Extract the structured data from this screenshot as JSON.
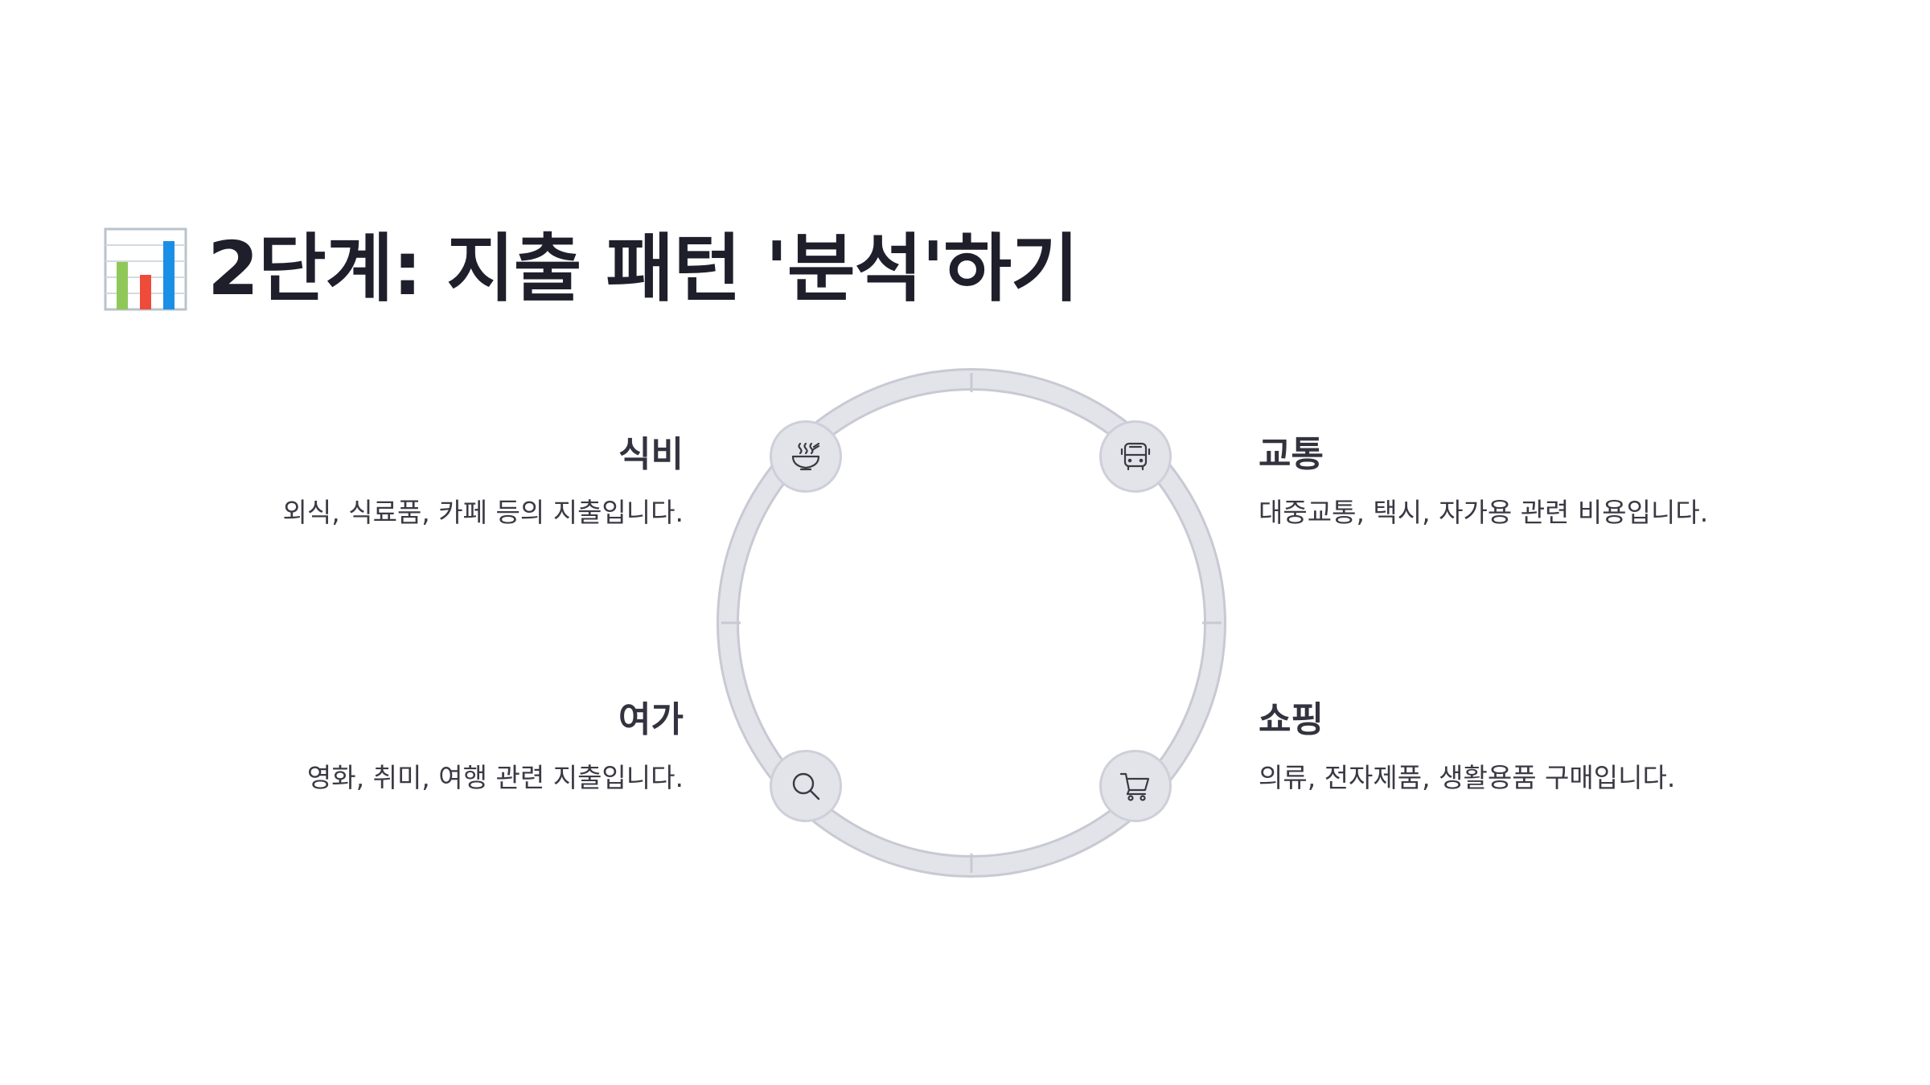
{
  "title": {
    "icon": "bar-chart-icon",
    "text": "2단계: 지출 패턴 '분석'하기"
  },
  "categories": [
    {
      "id": "food",
      "title": "식비",
      "description": "외식, 식료품, 카페 등의 지출입니다.",
      "icon": "rice-bowl-icon"
    },
    {
      "id": "transport",
      "title": "교통",
      "description": "대중교통, 택시, 자가용 관련 비용입니다.",
      "icon": "bus-icon"
    },
    {
      "id": "leisure",
      "title": "여가",
      "description": "영화, 취미, 여행 관련 지출입니다.",
      "icon": "search-icon"
    },
    {
      "id": "shopping",
      "title": "쇼핑",
      "description": "의류, 전자제품, 생활용품 구매입니다.",
      "icon": "shopping-cart-icon"
    }
  ],
  "colors": {
    "ring": "#e3e3ea",
    "ring_outline": "#c9c9d4",
    "title_text": "#1f1f2b",
    "label_text": "#333340"
  }
}
